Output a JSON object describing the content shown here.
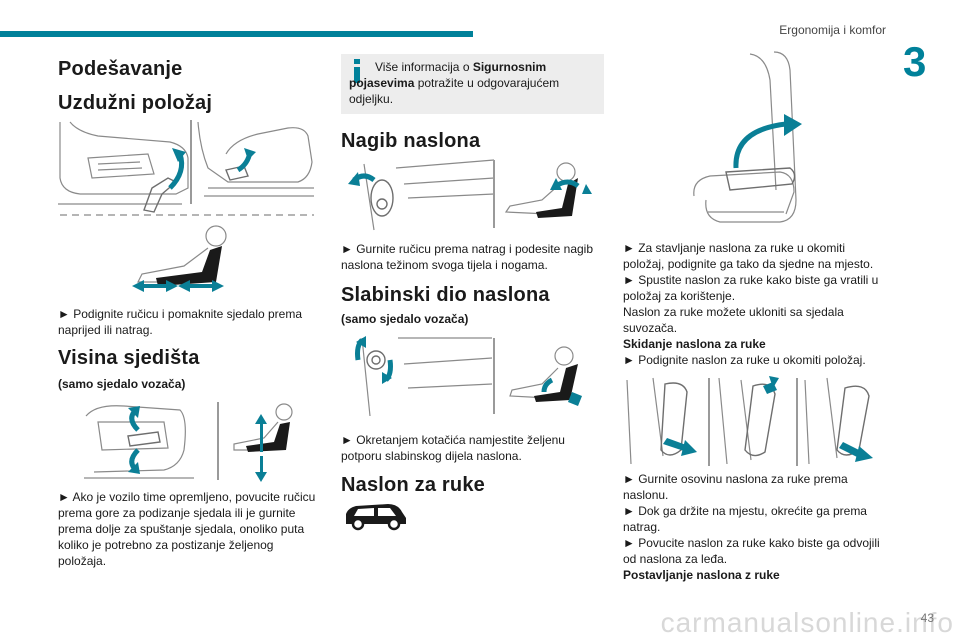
{
  "header": {
    "title": "Ergonomija i komfor",
    "chapter": "3"
  },
  "col1": {
    "h_adjust": "Podešavanje",
    "h_longitudinal": "Uzdužni položaj",
    "p_longitudinal": "► Podignite ručicu i pomaknite sjedalo prema naprijed ili natrag.",
    "h_height": "Visina sjedišta",
    "h_height_sub": "(samo sjedalo vozača)",
    "p_height": "► Ako je vozilo time opremljeno, povucite ručicu prema gore za podizanje sjedala ili je gurnite prema dolje za spuštanje sjedala, onoliko puta koliko je potrebno za postizanje željenog položaja."
  },
  "col2": {
    "info_pre": "Više informacija o ",
    "info_bold": "Sigurnosnim pojasevima",
    "info_post": " potražite u odgovarajućem odjeljku.",
    "h_recline": "Nagib naslona",
    "p_recline": "► Gurnite ručicu prema natrag i podesite nagib naslona težinom svoga tijela i nogama.",
    "h_lumbar": "Slabinski dio naslona",
    "h_lumbar_sub": "(samo sjedalo vozača)",
    "p_lumbar": "► Okretanjem kotačića namjestite željenu potporu slabinskog dijela naslona.",
    "h_armrest": "Naslon za ruke"
  },
  "col3": {
    "p1": "► Za stavljanje naslona za ruke u okomiti položaj, podignite ga tako da sjedne na mjesto.",
    "p2": "► Spustite naslon za ruke kako biste ga vratili u položaj za korištenje.",
    "p3": "Naslon za ruke možete ukloniti sa sjedala suvozača.",
    "h_remove": "Skidanje naslona za ruke",
    "p4": "► Podignite naslon za ruke u okomiti položaj.",
    "p5": "► Gurnite osovinu naslona za ruke prema naslonu.",
    "p6": "► Dok ga držite na mjestu, okrećite ga prema natrag.",
    "p7": "► Povucite naslon za ruke kako biste ga odvojili od naslona za leđa.",
    "h_install": "Postavljanje naslona z ruke"
  },
  "footer": {
    "page": "43",
    "watermark": "carmanualsonline.info"
  },
  "colors": {
    "accent": "#00819a",
    "info_bg": "#ededed"
  },
  "icons": [
    "seat-lever-icon",
    "seat-figure-icon",
    "info-icon",
    "van-icon",
    "armrest-icon"
  ]
}
